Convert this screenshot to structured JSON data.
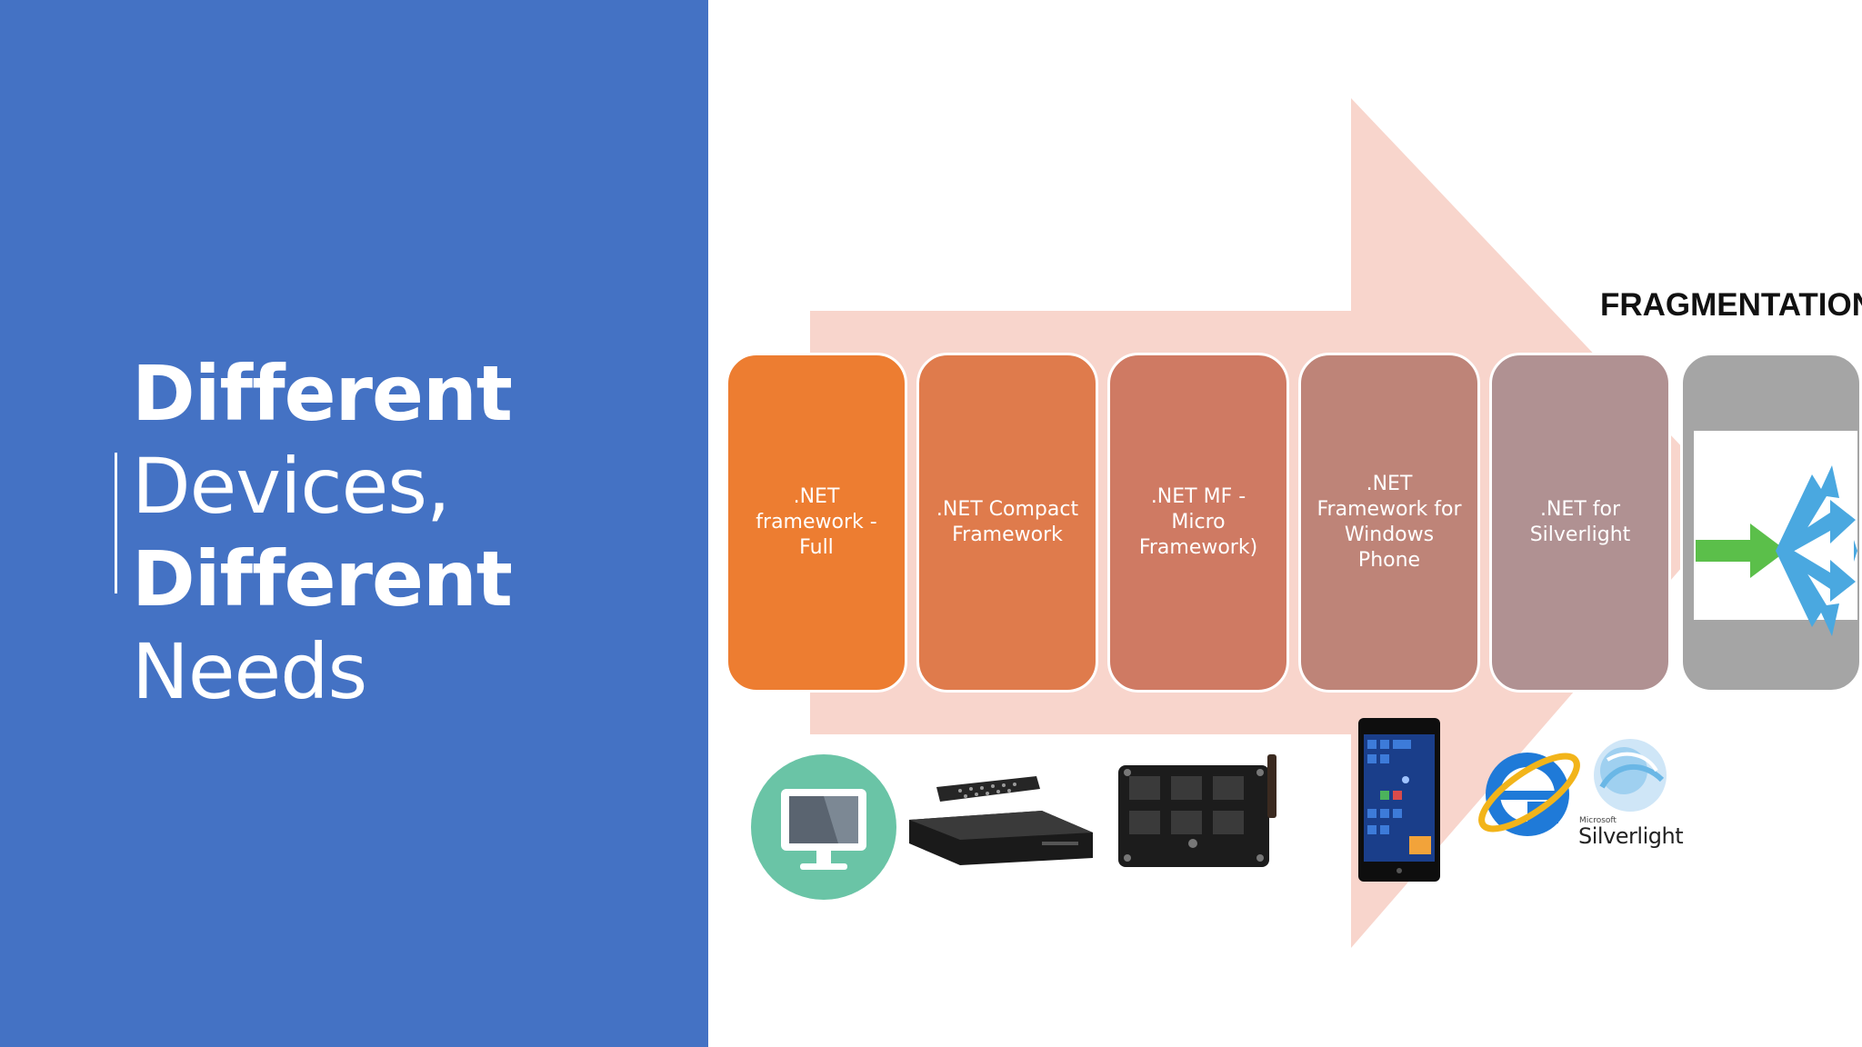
{
  "title": {
    "line1": "Different",
    "line2": "Devices,",
    "line3": "Different",
    "line4": "Needs"
  },
  "fragmentation_label": "FRAGMENTATION",
  "boxes": [
    {
      "label": ".NET\nframework -\nFull"
    },
    {
      "label": ".NET Compact\nFramework"
    },
    {
      "label": ".NET MF -\nMicro\nFramework)"
    },
    {
      "label": ".NET\nFramework for\nWindows\nPhone"
    },
    {
      "label": ".NET for\nSilverlight"
    }
  ],
  "silverlight_logo": {
    "brand": "Microsoft",
    "name": "Silverlight"
  },
  "colors": {
    "left_panel": "#4472c4",
    "arrow": "#f8d5cc",
    "box1": "#ed7d31",
    "box2": "#df7b4c",
    "box3": "#cf7a63",
    "box4": "#be8478",
    "box5": "#b09192",
    "box6": "#a5a5a5"
  },
  "icons": [
    "monitor-icon",
    "set-top-box-icon",
    "circuit-board-icon",
    "smartphone-icon",
    "internet-explorer-icon",
    "silverlight-icon",
    "fragmentation-arrows-icon"
  ]
}
